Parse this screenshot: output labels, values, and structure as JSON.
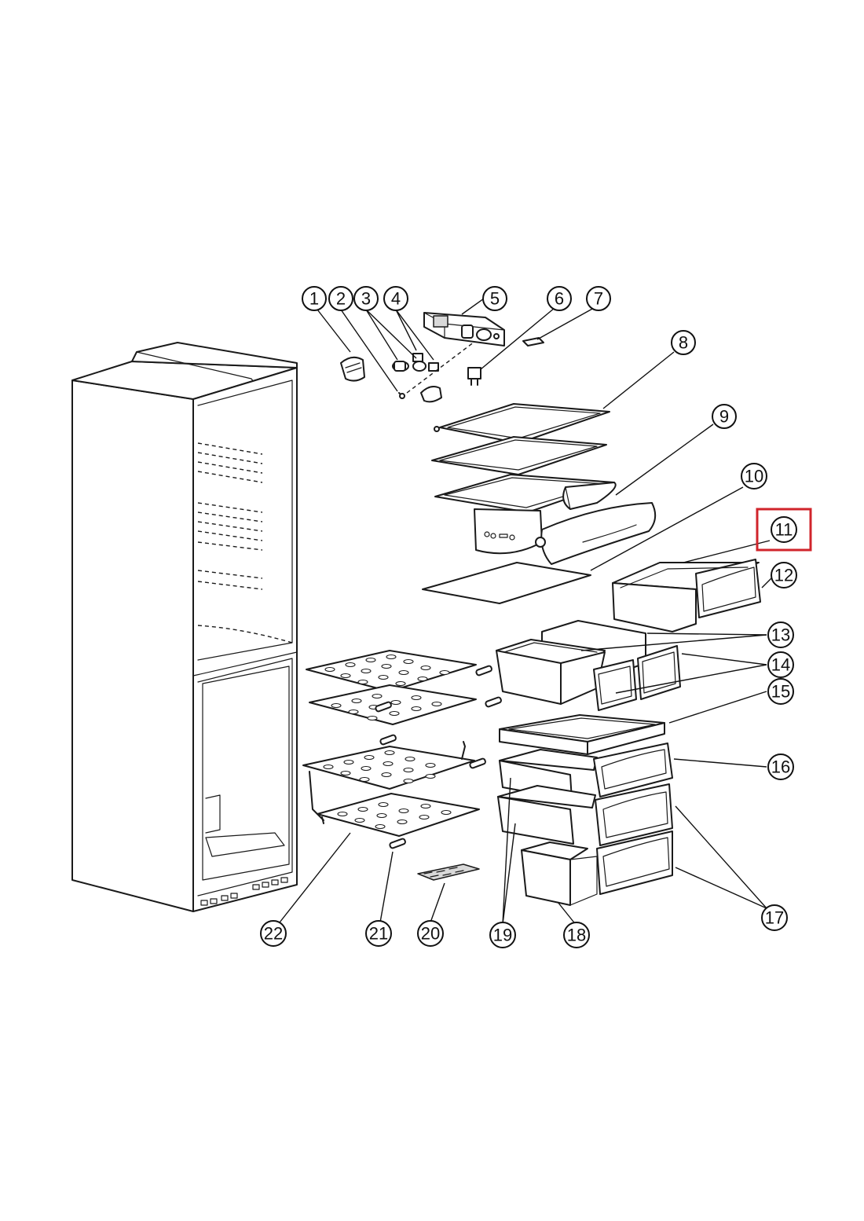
{
  "callouts": [
    {
      "id": "1",
      "label": "1"
    },
    {
      "id": "2",
      "label": "2"
    },
    {
      "id": "3",
      "label": "3"
    },
    {
      "id": "4",
      "label": "4"
    },
    {
      "id": "5",
      "label": "5"
    },
    {
      "id": "6",
      "label": "6"
    },
    {
      "id": "7",
      "label": "7"
    },
    {
      "id": "8",
      "label": "8"
    },
    {
      "id": "9",
      "label": "9"
    },
    {
      "id": "10",
      "label": "10"
    },
    {
      "id": "11",
      "label": "11"
    },
    {
      "id": "12",
      "label": "12"
    },
    {
      "id": "13",
      "label": "13"
    },
    {
      "id": "14",
      "label": "14"
    },
    {
      "id": "15",
      "label": "15"
    },
    {
      "id": "16",
      "label": "16"
    },
    {
      "id": "17",
      "label": "17"
    },
    {
      "id": "18",
      "label": "18"
    },
    {
      "id": "19",
      "label": "19"
    },
    {
      "id": "20",
      "label": "20"
    },
    {
      "id": "21",
      "label": "21"
    },
    {
      "id": "22",
      "label": "22"
    }
  ],
  "highlight": {
    "callout": "11",
    "color": "#d0242b"
  },
  "colors": {
    "ink": "#1a1a1a",
    "background": "#ffffff",
    "highlight": "#d0242b"
  }
}
